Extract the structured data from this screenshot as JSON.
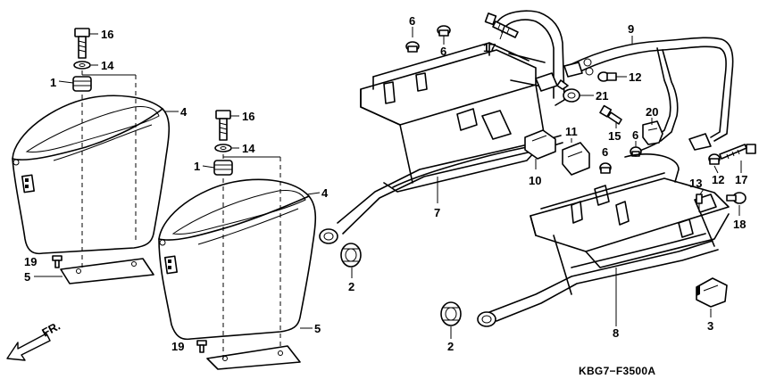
{
  "diagram": {
    "code": "KBG7−F3500A",
    "front_label": "FR.",
    "callouts": [
      {
        "id": "c16a",
        "text": "16"
      },
      {
        "id": "c14a",
        "text": "14"
      },
      {
        "id": "c1a",
        "text": "1"
      },
      {
        "id": "c4a",
        "text": "4"
      },
      {
        "id": "c19a",
        "text": "19"
      },
      {
        "id": "c5a",
        "text": "5"
      },
      {
        "id": "c16b",
        "text": "16"
      },
      {
        "id": "c14b",
        "text": "14"
      },
      {
        "id": "c1b",
        "text": "1"
      },
      {
        "id": "c4b",
        "text": "4"
      },
      {
        "id": "c19b",
        "text": "19"
      },
      {
        "id": "c5b",
        "text": "5"
      },
      {
        "id": "c2a",
        "text": "2"
      },
      {
        "id": "c2b",
        "text": "2"
      },
      {
        "id": "c6a",
        "text": "6"
      },
      {
        "id": "c6b",
        "text": "6"
      },
      {
        "id": "c6c",
        "text": "6"
      },
      {
        "id": "c6d",
        "text": "6"
      },
      {
        "id": "c17a",
        "text": "17"
      },
      {
        "id": "c17b",
        "text": "17"
      },
      {
        "id": "c9",
        "text": "9"
      },
      {
        "id": "c12a",
        "text": "12"
      },
      {
        "id": "c12b",
        "text": "12"
      },
      {
        "id": "c21",
        "text": "21"
      },
      {
        "id": "c15",
        "text": "15"
      },
      {
        "id": "c20",
        "text": "20"
      },
      {
        "id": "c11",
        "text": "11"
      },
      {
        "id": "c10",
        "text": "10"
      },
      {
        "id": "c7",
        "text": "7"
      },
      {
        "id": "c8",
        "text": "8"
      },
      {
        "id": "c13",
        "text": "13"
      },
      {
        "id": "c18",
        "text": "18"
      },
      {
        "id": "c3",
        "text": "3"
      }
    ]
  }
}
